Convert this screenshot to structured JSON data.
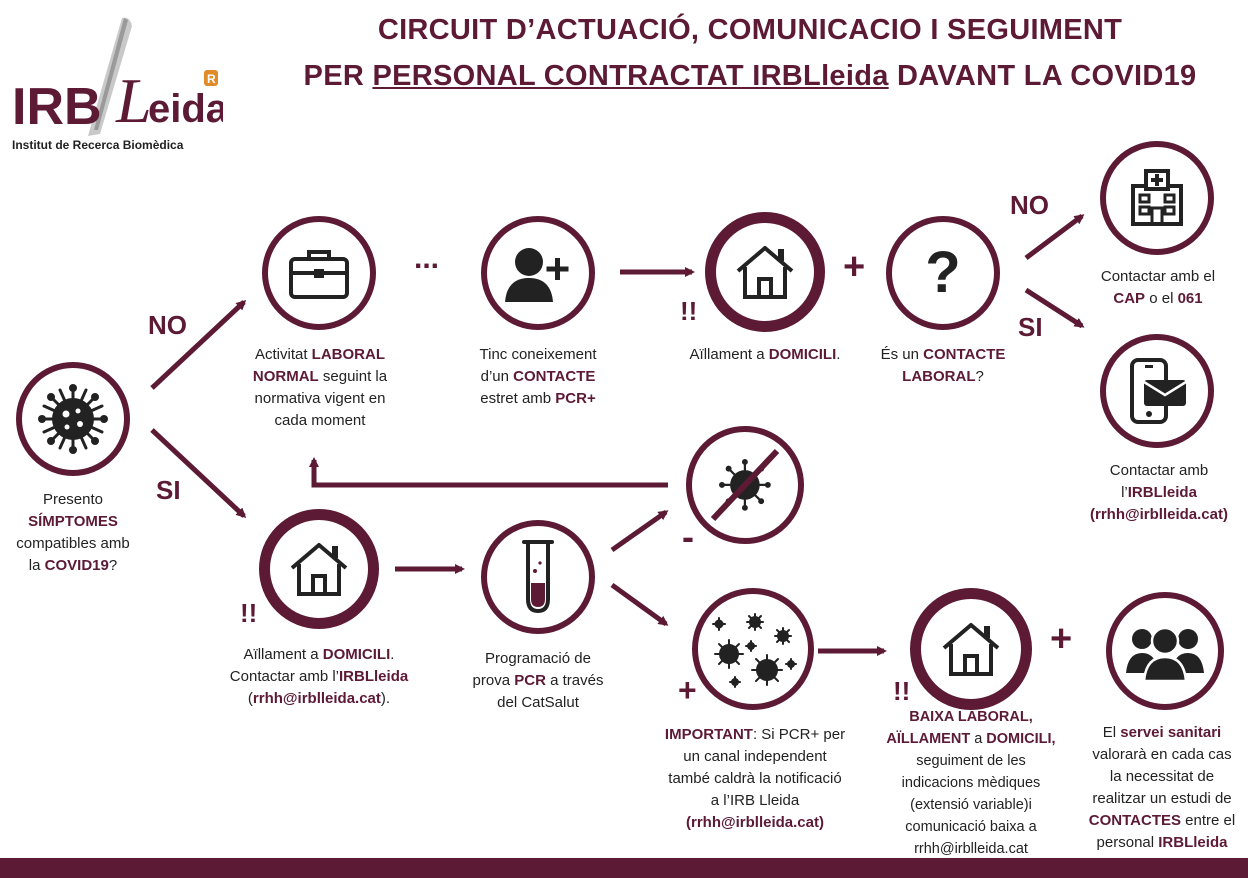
{
  "logo": {
    "text": "IRBLleida",
    "subtitle": "Institut de Recerca Biomèdica"
  },
  "title": {
    "line1": "CIRCUIT D’ACTUACIÓ, COMUNICACIO I SEGUIMENT",
    "line2_pre": "PER ",
    "line2_underlined": "PERSONAL CONTRACTAT IRBLleida",
    "line2_post": " DAVANT LA COVID19"
  },
  "branch_labels": {
    "no_top": "NO",
    "si_bottom": "SI",
    "no_right": "NO",
    "si_right": "SI"
  },
  "symbols": {
    "ellipsis": "...",
    "plus": "+",
    "minus": "-",
    "warning": "!!"
  },
  "start": {
    "t1": "Presento",
    "t2": "SÍMPTOMES",
    "t3": "compatibles amb",
    "t4": "la ",
    "t5": "COVID19",
    "t6": "?"
  },
  "work": {
    "t1": "Activitat ",
    "t2": "LABORAL",
    "t3": "NORMAL",
    "t4": " seguint la",
    "t5": "normativa vigent en",
    "t6": "cada moment"
  },
  "contact": {
    "t1": "Tinc coneixement",
    "t2": "d’un ",
    "t3": "CONTACTE",
    "t4": "estret amb ",
    "t5": "PCR+"
  },
  "isolation_top": {
    "t1": "Aïllament a ",
    "t2": "DOMICILI",
    "t3": "."
  },
  "question": {
    "t1": "És un ",
    "t2": "CONTACTE",
    "t3": "LABORAL",
    "t4": "?"
  },
  "cap": {
    "t1": "Contactar amb el",
    "t2": "CAP",
    "t3": " o el ",
    "t4": "061"
  },
  "irb_contact": {
    "t1": "Contactar amb",
    "t2": "l’",
    "t3": "IRBLleida",
    "t4": "(rrhh@irblleida.cat)"
  },
  "isolation_mid": {
    "t1": "Aïllament a ",
    "t2": "DOMICILI",
    "t3": ".",
    "t4": "Contactar amb l’",
    "t5": "IRBLleida",
    "t6": "(",
    "t7": "rrhh@irblleida.cat",
    "t8": ")."
  },
  "pcr": {
    "t1": "Programació de",
    "t2": "prova ",
    "t3": "PCR",
    "t4": " a través",
    "t5": "del CatSalut"
  },
  "important": {
    "t1": "IMPORTANT",
    "t2": ": Si PCR+ per",
    "t3": "un canal independent",
    "t4": "també caldrà la notificació",
    "t5": "a l’IRB Lleida",
    "t6": "(rrhh@irblleida.cat)"
  },
  "sick_leave": {
    "t1": "BAIXA LABORAL,",
    "t2": "AÏLLAMENT",
    "t3": " a ",
    "t4": "DOMICILI,",
    "t5": "seguiment de les",
    "t6": "indicacions mèdiques",
    "t7": "(extensió variable)i",
    "t8": "comunicació baixa a",
    "t9": "rrhh@irblleida.cat"
  },
  "health_service": {
    "t1": "El ",
    "t2": "servei sanitari",
    "t3": "valorarà en cada cas",
    "t4": "la necessitat de",
    "t5": "realitzar un estudi de",
    "t6": "CONTACTES",
    "t7": " entre el",
    "t8": "personal ",
    "t9": "IRBLleida"
  },
  "colors": {
    "primary": "#5c1a34",
    "text": "#222222"
  }
}
